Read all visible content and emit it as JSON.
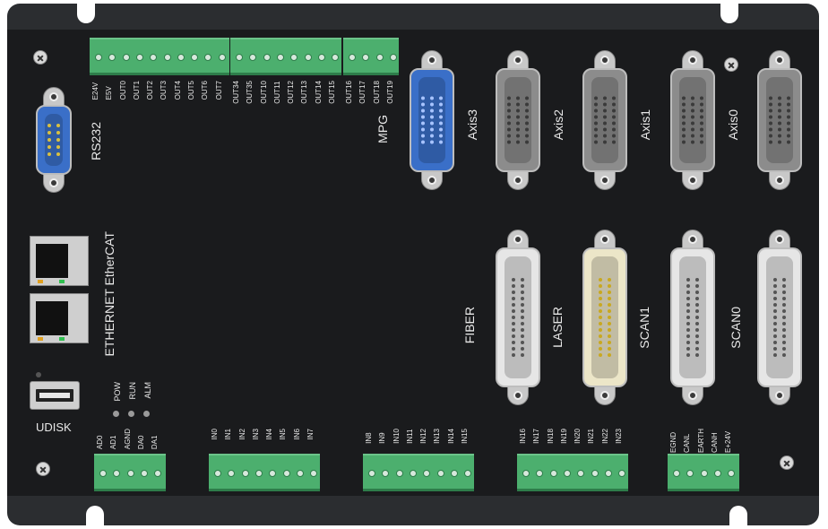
{
  "labels": {
    "rs232": "RS232",
    "ethercat": "EtherCAT",
    "ethernet": "ETHERNET",
    "udisk": "UDISK",
    "mpg": "MPG"
  },
  "axes_top": [
    "Axis3",
    "Axis2",
    "Axis1",
    "Axis0"
  ],
  "ports_bottom": [
    "FIBER",
    "LASER",
    "SCAN1",
    "SCAN0"
  ],
  "status_leds": [
    "POW",
    "RUN",
    "ALM"
  ],
  "terminals_top": [
    {
      "labels": [
        "E24V",
        "E5V",
        "OUT0",
        "OUT1",
        "OUT2",
        "OUT3",
        "OUT4",
        "OUT5",
        "OUT6",
        "OUT7"
      ]
    },
    {
      "labels": [
        "OUT34",
        "OUT35",
        "OUT10",
        "OUT11",
        "OUT12",
        "OUT13",
        "OUT14",
        "OUT15"
      ]
    },
    {
      "labels": [
        "OUT16",
        "OUT17",
        "OUT18",
        "OUT19"
      ]
    }
  ],
  "terminals_bottom": [
    {
      "labels": [
        "AD0",
        "AD1",
        "AGND",
        "DA0",
        "DA1"
      ]
    },
    {
      "labels": [
        "IN0",
        "IN1",
        "IN2",
        "IN3",
        "IN4",
        "IN5",
        "IN6",
        "IN7"
      ]
    },
    {
      "labels": [
        "IN8",
        "IN9",
        "IN10",
        "IN11",
        "IN12",
        "IN13",
        "IN14",
        "IN15"
      ]
    },
    {
      "labels": [
        "IN16",
        "IN17",
        "IN18",
        "IN19",
        "IN20",
        "IN21",
        "IN22",
        "IN23"
      ]
    },
    {
      "labels": [
        "EGND",
        "CANL",
        "EARTH",
        "CANH",
        "E+24V"
      ]
    }
  ],
  "colors": {
    "panel": "#1a1b1d",
    "terminal": "#4caf6e",
    "db_blue": "#3a6fc8",
    "db_gray": "#8c8c8c",
    "db_white": "#e6e6e6",
    "db_cream": "#ece6c8"
  }
}
